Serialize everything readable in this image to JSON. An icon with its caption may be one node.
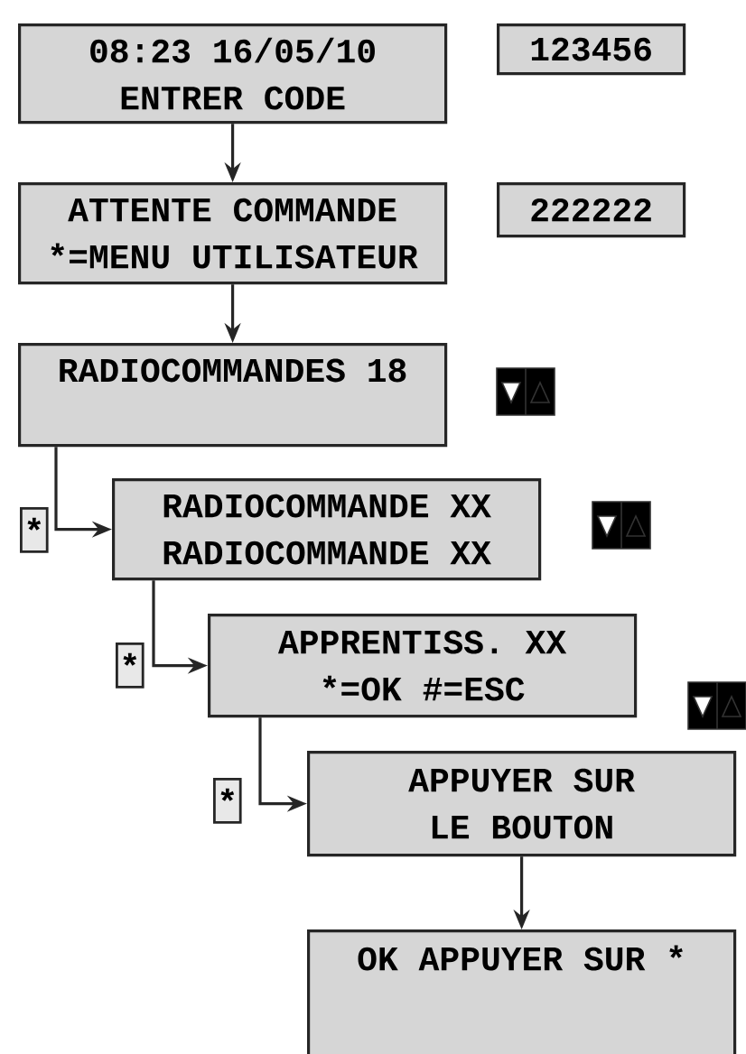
{
  "diagram": {
    "nodes": [
      {
        "text": [
          "08:23 16/05/10",
          "ENTRER CODE"
        ]
      },
      {
        "text": [
          "123456"
        ]
      },
      {
        "text": [
          "ATTENTE COMMANDE",
          "*=MENU UTILISATEUR"
        ]
      },
      {
        "text": [
          "222222"
        ]
      },
      {
        "text": [
          "RADIOCOMMANDES 18"
        ]
      },
      {
        "text": [
          "RADIOCOMMANDE XX",
          "RADIOCOMMANDE XX"
        ]
      },
      {
        "text": [
          "APPRENTISS. XX",
          "*=OK #=ESC"
        ]
      },
      {
        "text": [
          "APPUYER SUR",
          "LE BOUTON"
        ]
      },
      {
        "text": [
          "OK APPUYER SUR *"
        ]
      }
    ],
    "edges": [
      {
        "from": 0,
        "to": 2,
        "arrow": "to"
      },
      {
        "from": 2,
        "to": 4,
        "arrow": "to"
      },
      {
        "from": 4,
        "to": 5,
        "arrow": "to",
        "label": "*"
      },
      {
        "from": 5,
        "to": 6,
        "arrow": "to",
        "label": "*"
      },
      {
        "from": 6,
        "to": 7,
        "arrow": "to",
        "label": "*"
      },
      {
        "from": 7,
        "to": 8,
        "arrow": "to"
      }
    ]
  }
}
